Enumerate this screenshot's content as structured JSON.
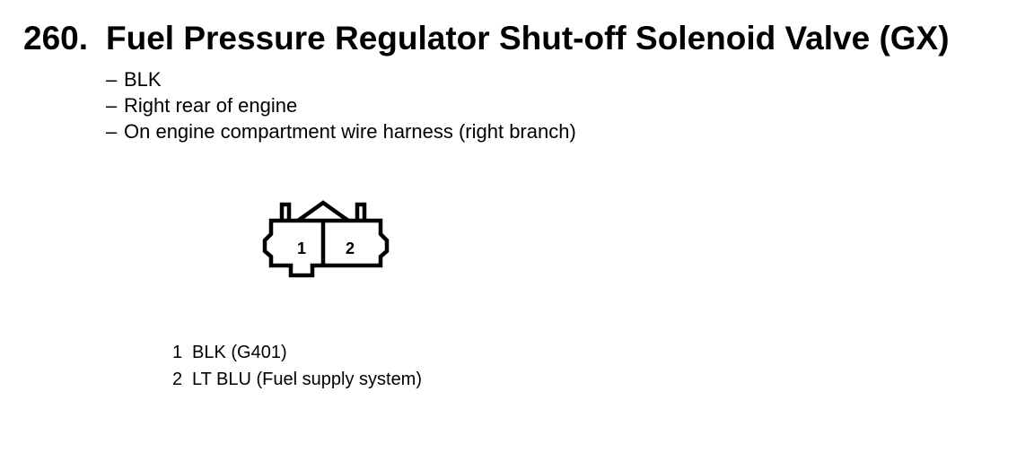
{
  "heading": {
    "number": "260.",
    "title": "Fuel Pressure Regulator Shut-off Solenoid Valve (GX)"
  },
  "notes": [
    {
      "dash": "–",
      "text": "BLK"
    },
    {
      "dash": "–",
      "text": "Right rear of engine"
    },
    {
      "dash": "–",
      "text": "On engine compartment wire harness (right branch)"
    }
  ],
  "connector": {
    "cavity_labels": [
      "1",
      "2"
    ]
  },
  "pins": [
    {
      "num": "1",
      "desc": "BLK (G401)"
    },
    {
      "num": "2",
      "desc": "LT BLU (Fuel supply system)"
    }
  ]
}
